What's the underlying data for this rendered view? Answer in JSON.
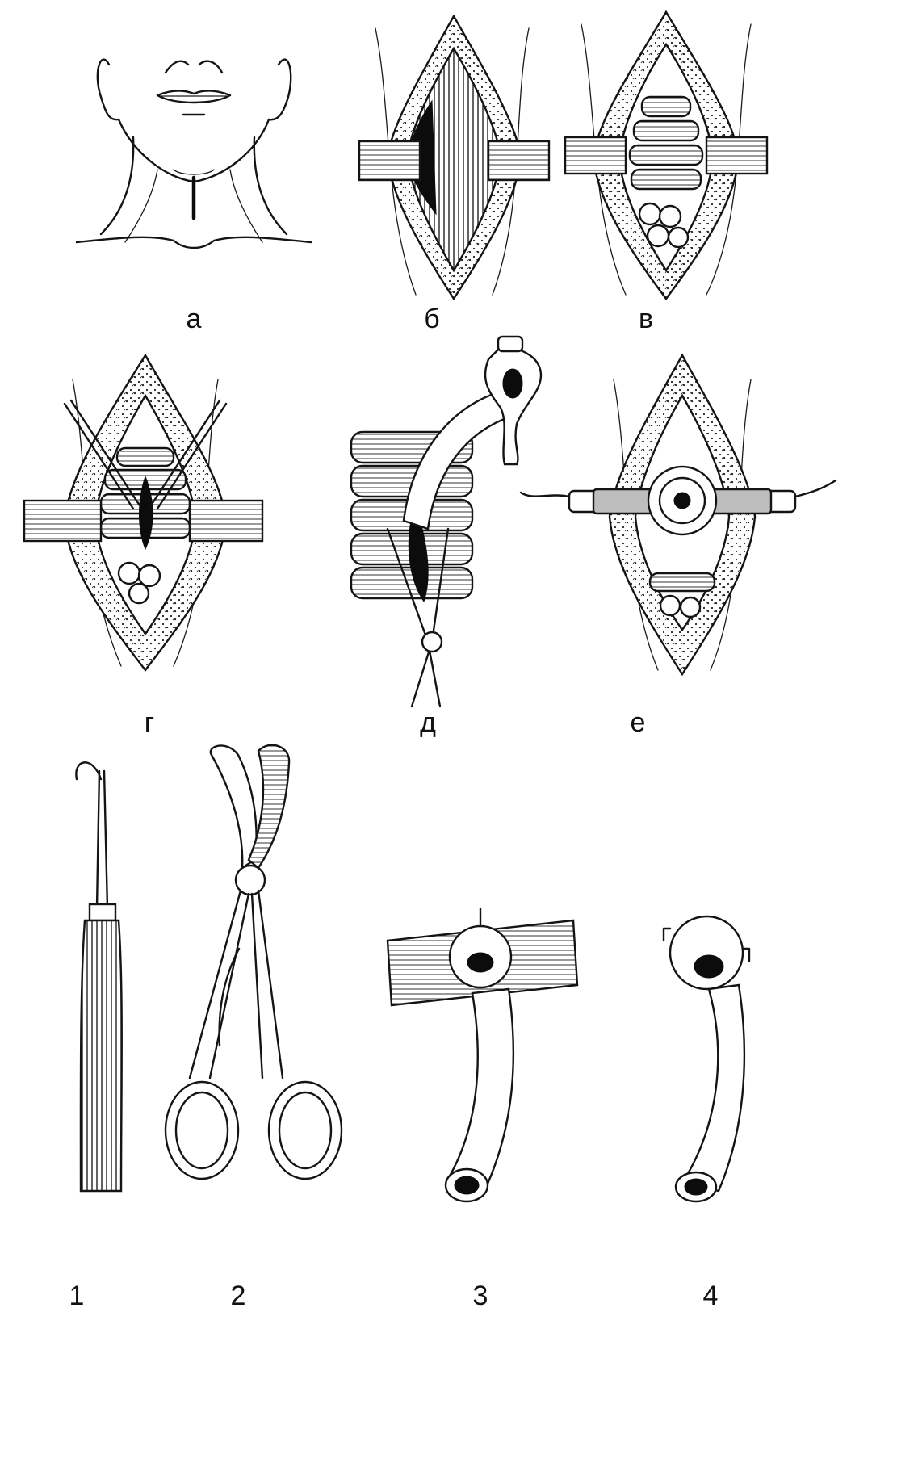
{
  "figure": {
    "panels": [
      {
        "id": "a",
        "label": "а",
        "icon": "neck-incision-icon"
      },
      {
        "id": "b",
        "label": "б",
        "icon": "exposed-muscles-icon"
      },
      {
        "id": "v",
        "label": "в",
        "icon": "exposed-trachea-icon"
      },
      {
        "id": "g",
        "label": "г",
        "icon": "tracheal-incision-icon"
      },
      {
        "id": "d",
        "label": "д",
        "icon": "cannula-insertion-icon"
      },
      {
        "id": "e",
        "label": "е",
        "icon": "cannula-in-place-icon"
      }
    ],
    "instruments": [
      {
        "id": "1",
        "label": "1",
        "icon": "sharp-hook-icon"
      },
      {
        "id": "2",
        "label": "2",
        "icon": "trousseau-dilator-icon"
      },
      {
        "id": "3",
        "label": "3",
        "icon": "tracheostomy-cannula-with-plate-icon"
      },
      {
        "id": "4",
        "label": "4",
        "icon": "tracheostomy-cannula-icon"
      }
    ]
  }
}
